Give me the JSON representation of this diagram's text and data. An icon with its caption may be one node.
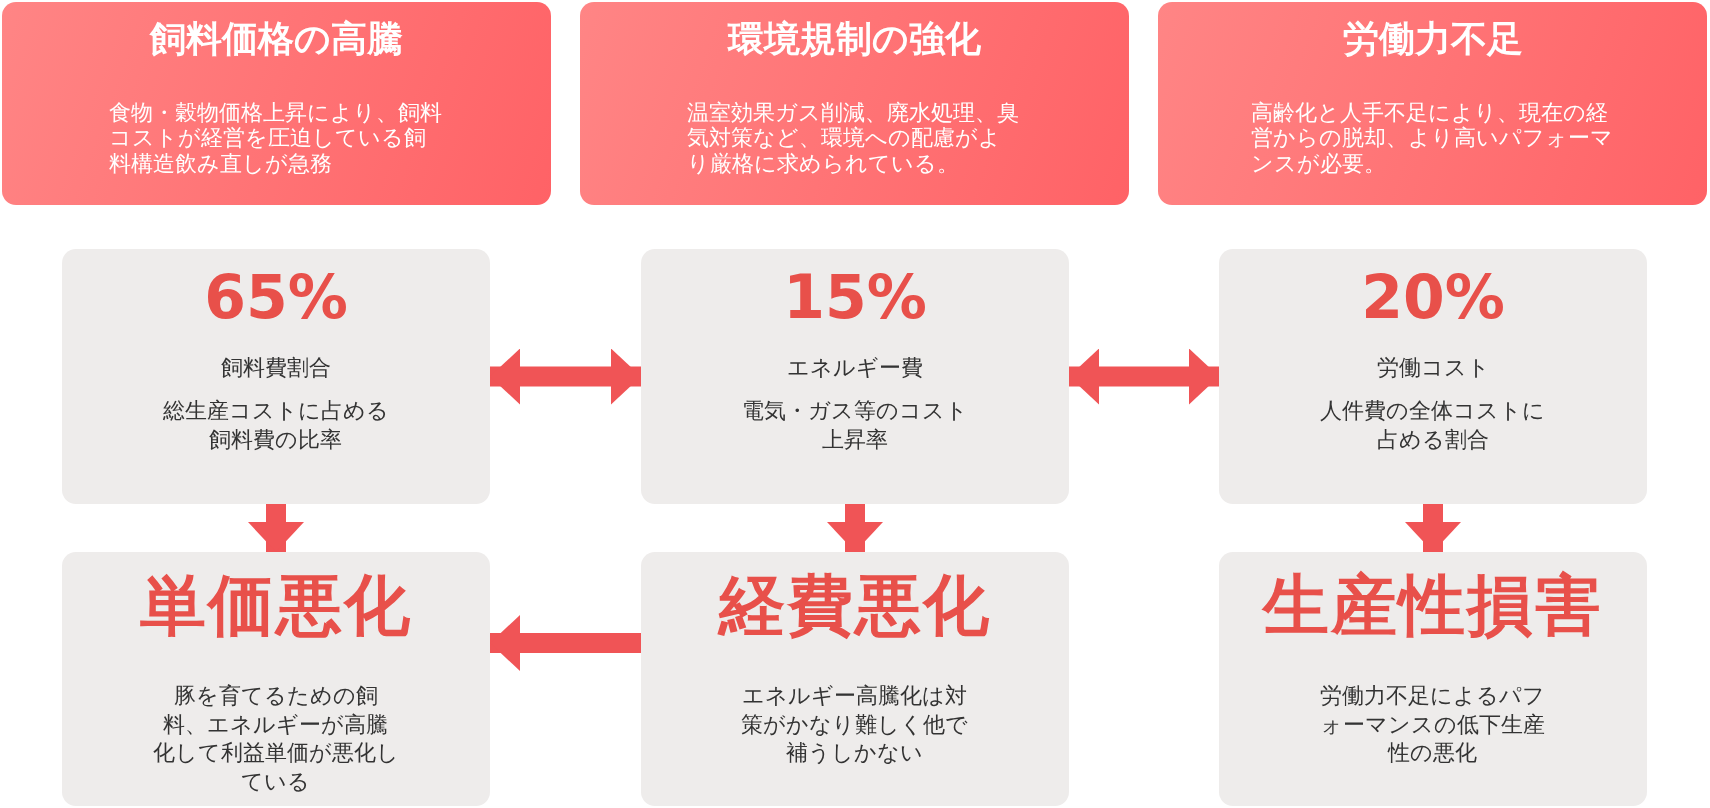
{
  "diagram": {
    "nodes": [
      {
        "text": [
          "飼料価格の高騰",
          "食物・穀物価格上昇により、飼料コストが経営を圧迫している飼料構造飲み直しが急務"
        ]
      },
      {
        "text": [
          "環境規制の強化",
          "温室効果ガス削減、廃水処理、臭気対策など、環境への配慮がより厳格に求められている。"
        ]
      },
      {
        "text": [
          "労働力不足",
          "高齢化と人手不足により、現在の経営からの脱却、より高いパフォーマンスが必要。"
        ]
      },
      {
        "text": [
          "65%",
          "飼料費割合",
          "総生産コストに占める飼料費の比率"
        ]
      },
      {
        "text": [
          "15%",
          "エネルギー費",
          "電気・ガス等のコスト上昇率"
        ]
      },
      {
        "text": [
          "20%",
          "労働コスト",
          "人件費の全体コストに占める割合"
        ]
      },
      {
        "text": [
          "単価悪化",
          "豚を育てるための飼料、エネルギーが高騰化して利益単価が悪化している"
        ]
      },
      {
        "text": [
          "経費悪化",
          "エネルギー高騰化は対策がかなり難しく他で補うしかない"
        ]
      },
      {
        "text": [
          "生産性損害",
          "労働力不足によるパフォーマンスの低下生産性の悪化"
        ]
      }
    ],
    "edges": [
      {
        "from": 3,
        "to": 4,
        "arrow": "both"
      },
      {
        "from": 4,
        "to": 5,
        "arrow": "both"
      },
      {
        "from": 3,
        "to": 6,
        "arrow": "to"
      },
      {
        "from": 4,
        "to": 7,
        "arrow": "to"
      },
      {
        "from": 5,
        "to": 8,
        "arrow": "to"
      },
      {
        "from": 7,
        "to": 6,
        "arrow": "to"
      }
    ]
  }
}
